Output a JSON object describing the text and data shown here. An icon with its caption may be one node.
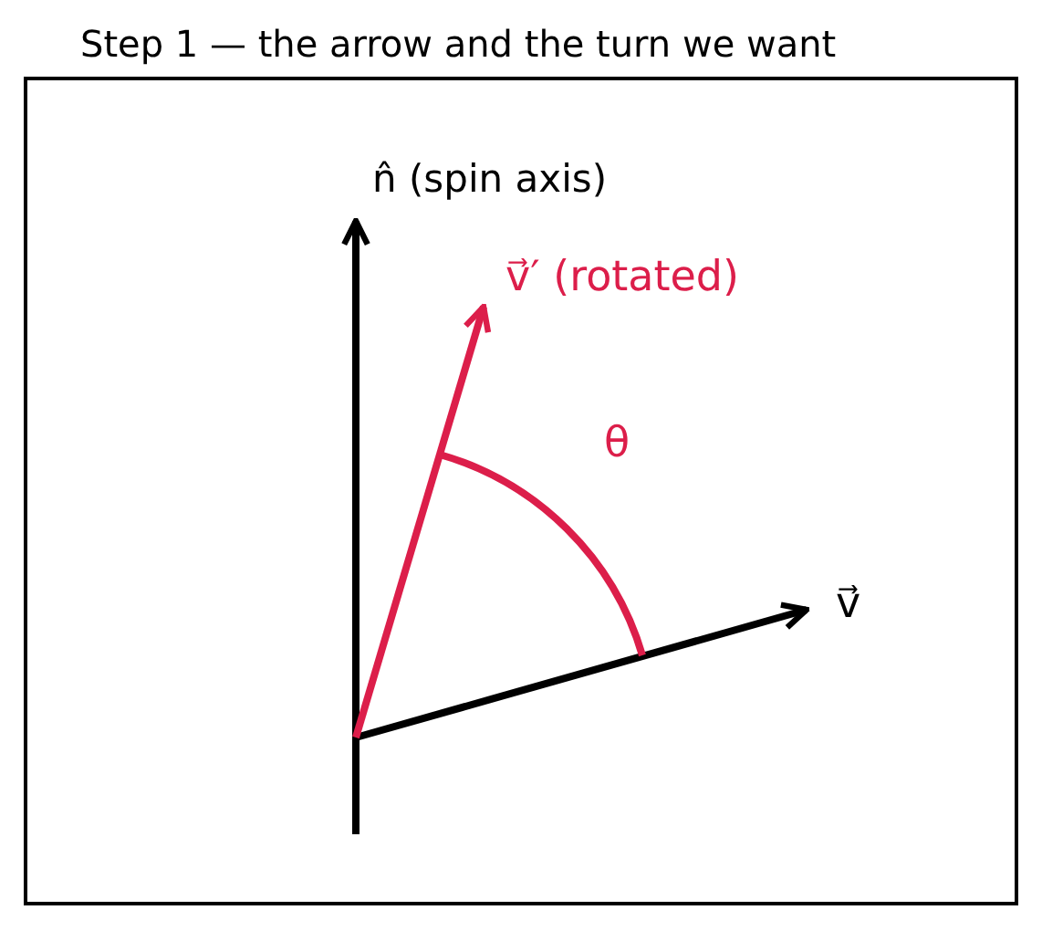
{
  "diagram": {
    "title": "Step 1 — the arrow and the turn we want",
    "labels": [
      "n̂ (spin axis)",
      "v⃗′ (rotated)",
      "θ",
      "v⃗"
    ]
  }
}
